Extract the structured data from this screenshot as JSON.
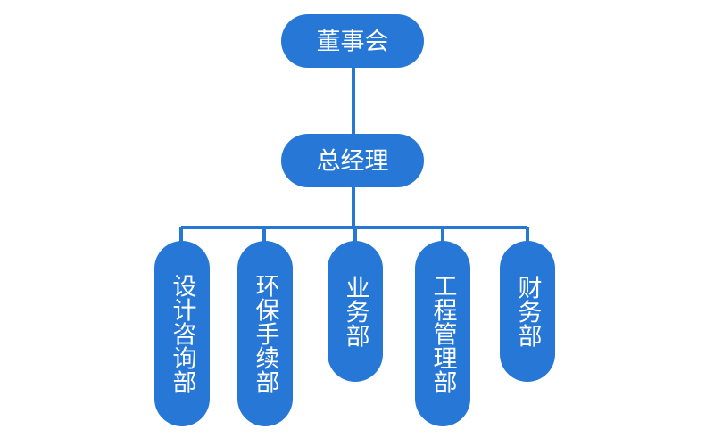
{
  "diagram": {
    "colors": {
      "node_fill": "#2777D6",
      "connector": "#2777D6",
      "text": "#ffffff",
      "background": "#ffffff"
    },
    "board": {
      "label": "董事会"
    },
    "general_manager": {
      "label": "总经理"
    },
    "departments": [
      {
        "label": "设计咨询部"
      },
      {
        "label": "环保手续部"
      },
      {
        "label": "业务部"
      },
      {
        "label": "工程管理部"
      },
      {
        "label": "财务部"
      }
    ]
  }
}
